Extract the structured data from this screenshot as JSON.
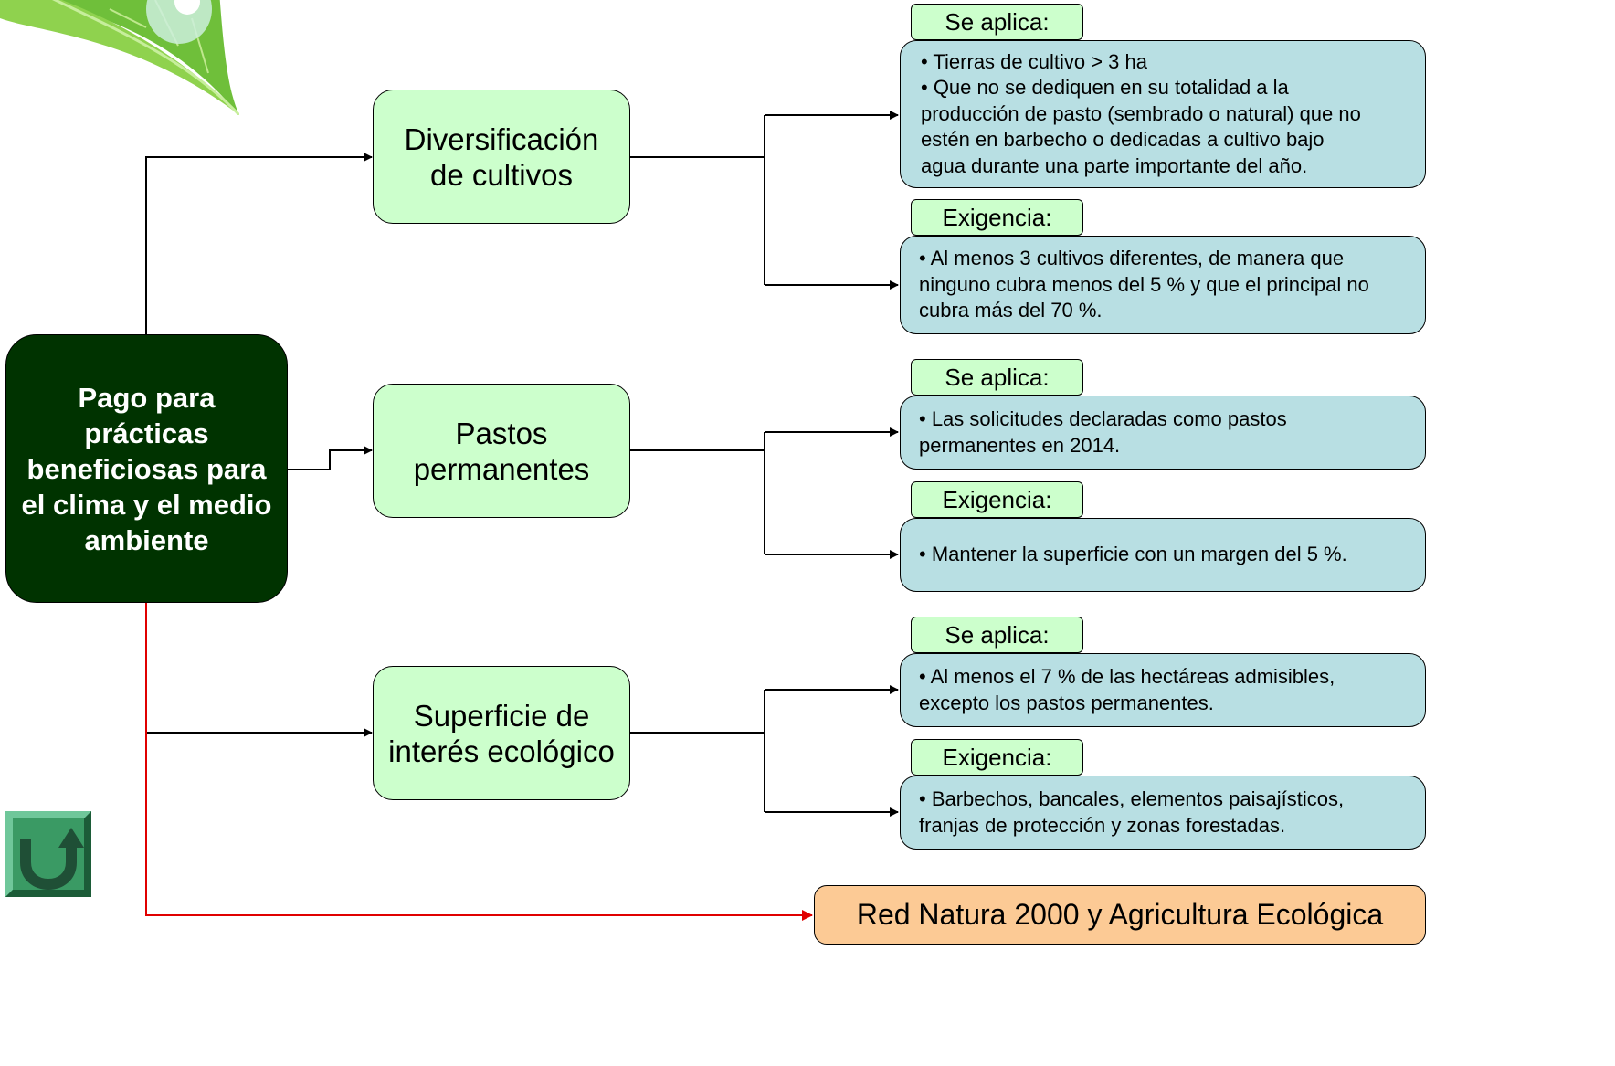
{
  "main_box": {
    "label": "Pago para prácticas beneficiosas para el clima y el medio ambiente"
  },
  "categories": [
    {
      "label": "Diversificación de cultivos",
      "applies_tag": "Se aplica:",
      "applies_lines": [
        "• Tierras de cultivo > 3 ha",
        "• Que no se dediquen en su totalidad a la",
        "producción de pasto (sembrado o natural) que no",
        "estén en barbecho o dedicadas a cultivo bajo",
        "agua durante una parte importante del año."
      ],
      "requirement_tag": "Exigencia:",
      "requirement_lines": [
        "• Al menos 3 cultivos diferentes, de manera que",
        "ninguno cubra menos del 5 % y que el principal no",
        "cubra más del 70 %."
      ]
    },
    {
      "label": "Pastos permanentes",
      "applies_tag": "Se aplica:",
      "applies_lines": [
        "• Las solicitudes declaradas como pastos",
        "permanentes en 2014."
      ],
      "requirement_tag": "Exigencia:",
      "requirement_lines": [
        "• Mantener la superficie con un margen del 5 %."
      ]
    },
    {
      "label": "Superficie de interés ecológico",
      "applies_tag": "Se aplica:",
      "applies_lines": [
        "• Al menos el 7 % de las hectáreas admisibles,",
        "excepto los pastos permanentes."
      ],
      "requirement_tag": "Exigencia:",
      "requirement_lines": [
        "• Barbechos, bancales, elementos paisajísticos,",
        "franjas de protección y zonas forestadas."
      ]
    }
  ],
  "red_natura_box": {
    "label": "Red Natura 2000 y Agricultura Ecológica"
  },
  "icons": {
    "leaf": "leaf-icon",
    "back": "return-arrow-icon"
  },
  "colors": {
    "main_fill": "#003300",
    "category_fill": "#ccffcc",
    "detail_fill": "#b8dfe3",
    "red_natura_fill": "#fcca95",
    "red_connector": "#e00000"
  }
}
